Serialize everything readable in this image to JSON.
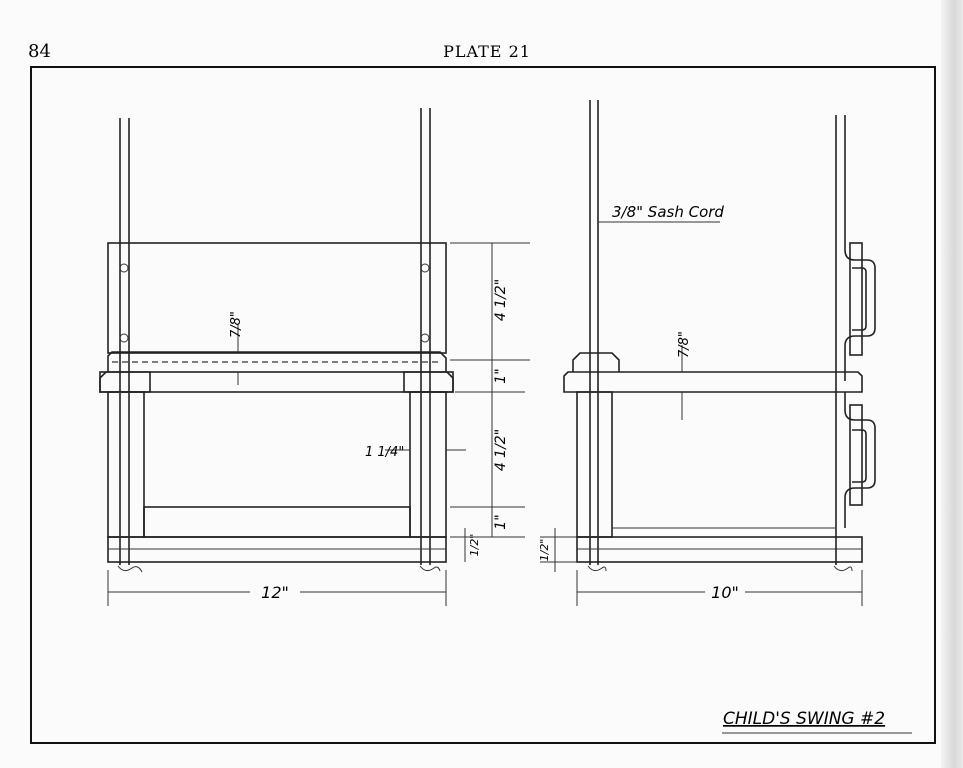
{
  "page": {
    "number": "84",
    "plate": "PLATE 21"
  },
  "drawing": {
    "title": "CHILD'S SWING #2",
    "labels": {
      "sash_cord": "3/8\" Sash Cord",
      "seat_thickness_front": "7/8\"",
      "seat_thickness_side": "7/8\"",
      "back_height": "4 1/2\"",
      "seat_offset": "1\"",
      "leg_height": "4 1/2\"",
      "rail_height": "1\"",
      "leg_width": "1 1/4\"",
      "bottom_front": "1/2\"",
      "bottom_side": "1/2\"",
      "width_front": "12\"",
      "width_side": "10\""
    }
  }
}
